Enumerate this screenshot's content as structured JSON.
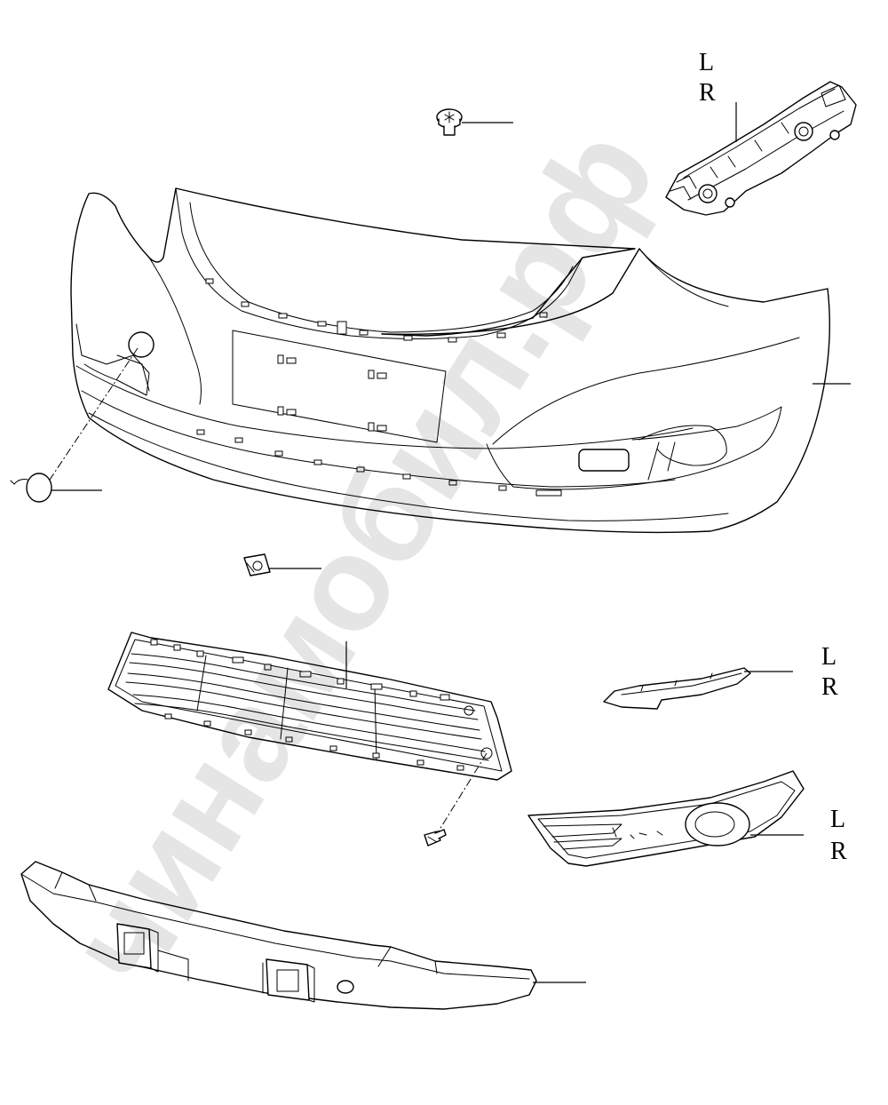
{
  "watermark": "чинамобил.рф",
  "labels": {
    "bracket_left": "L",
    "bracket_right": "R",
    "molding_left": "L",
    "molding_right": "R",
    "foglamp_bezel_left": "L",
    "foglamp_bezel_right": "R"
  },
  "parts": [
    {
      "name": "clip-rivet",
      "side_labels": false
    },
    {
      "name": "bumper-bracket",
      "side_labels": true
    },
    {
      "name": "front-bumper-cover",
      "side_labels": false
    },
    {
      "name": "tow-hook-cap",
      "side_labels": false
    },
    {
      "name": "speed-nut",
      "side_labels": false
    },
    {
      "name": "lower-grille",
      "side_labels": false
    },
    {
      "name": "chrome-molding",
      "side_labels": true
    },
    {
      "name": "screw",
      "side_labels": false
    },
    {
      "name": "fog-lamp-bezel",
      "side_labels": true
    },
    {
      "name": "energy-absorber",
      "side_labels": false
    }
  ]
}
